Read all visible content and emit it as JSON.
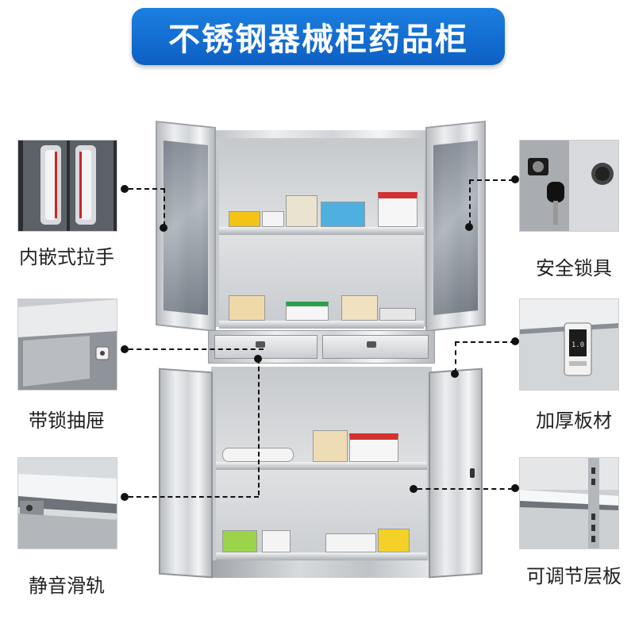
{
  "title": "不锈钢器械柜药品柜",
  "features_left": [
    {
      "label": "内嵌式拉手",
      "icon": "recessed-handle-icon"
    },
    {
      "label": "带锁抽屉",
      "icon": "locked-drawer-icon"
    },
    {
      "label": "静音滑轨",
      "icon": "silent-slide-rail-icon"
    }
  ],
  "features_right": [
    {
      "label": "安全锁具",
      "icon": "security-lock-icon"
    },
    {
      "label": "加厚板材",
      "icon": "thick-plate-icon"
    },
    {
      "label": "可调节层板",
      "icon": "adjustable-shelf-icon"
    }
  ],
  "colors": {
    "banner": "#0d5fc4",
    "banner_text": "#ffffff",
    "steel": "#d2d5d8"
  }
}
